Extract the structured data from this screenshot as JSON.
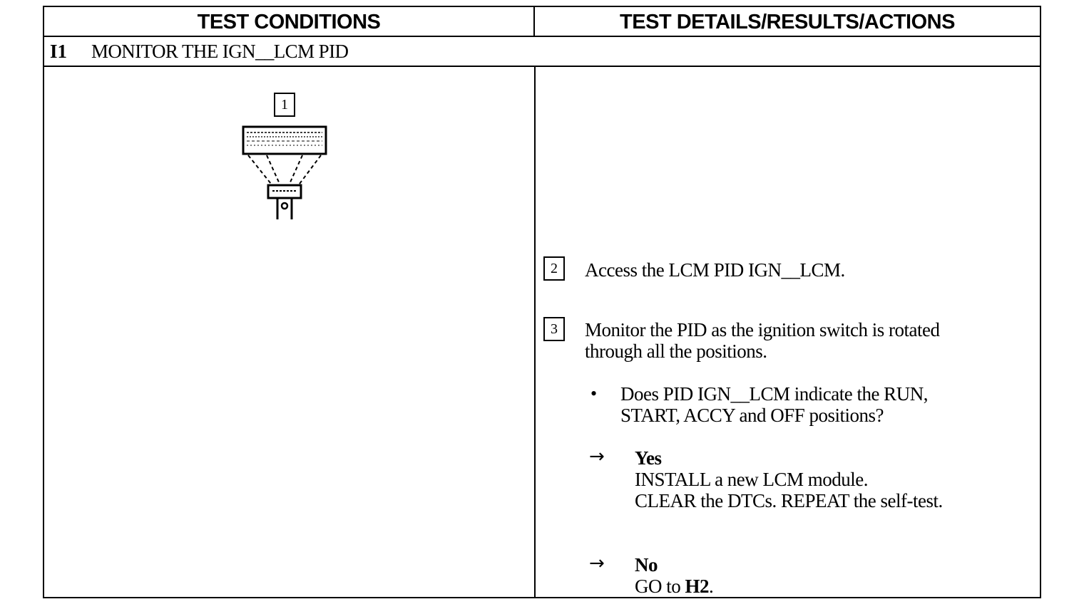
{
  "header": {
    "left": "TEST CONDITIONS",
    "right": "TEST DETAILS/RESULTS/ACTIONS"
  },
  "step": {
    "id": "I1",
    "title": "MONITOR THE IGN__LCM PID"
  },
  "diagram": {
    "callout": "1",
    "icon": "scan-tool-connected-to-vehicle-icon"
  },
  "actions": {
    "step2": {
      "num": "2",
      "text": "Access the LCM PID IGN__LCM."
    },
    "step3": {
      "num": "3",
      "line1": "Monitor the PID as the ignition switch is rotated",
      "line2": "through all the positions."
    },
    "question": {
      "bullet": "•",
      "line1": "Does PID IGN__LCM indicate the RUN,",
      "line2": "START, ACCY and OFF positions?"
    },
    "yes": {
      "arrow": "→",
      "label": "Yes",
      "line1": "INSTALL a new LCM module.",
      "line2": "CLEAR the DTCs. REPEAT  the self-test."
    },
    "no": {
      "arrow": "→",
      "label": "No",
      "line1_prefix": "GO to ",
      "line1_target": "H2",
      "line1_suffix": "."
    }
  }
}
